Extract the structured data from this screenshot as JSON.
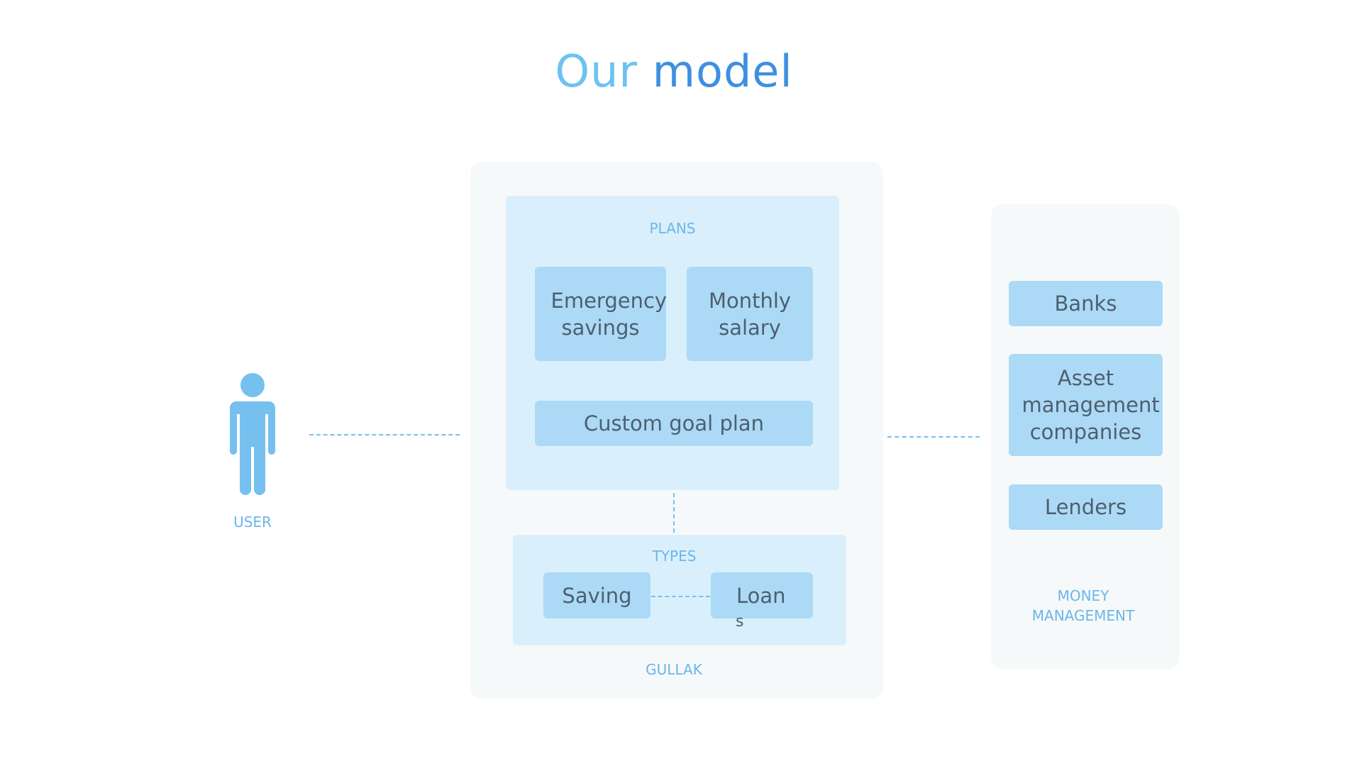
{
  "title": {
    "word1": "Our",
    "word2": "model"
  },
  "user": {
    "label": "USER",
    "icon": "person-icon",
    "color": "#75c0ef"
  },
  "gullak": {
    "label": "GULLAK",
    "plans": {
      "label": "PLANS",
      "items": [
        "Emergency savings",
        "Monthly salary",
        "Custom goal plan"
      ]
    },
    "types": {
      "label": "TYPES",
      "items": [
        "Saving",
        "Loan"
      ],
      "stray_text": "s"
    }
  },
  "money_management": {
    "label": "MONEY MANAGEMENT",
    "items": [
      "Banks",
      "Asset management companies",
      "Lenders"
    ]
  },
  "colors": {
    "title_light": "#6ec2f2",
    "title_dark": "#3f8fe0",
    "box_fill": "#acdaf6",
    "subpanel_fill": "#daeffc",
    "panel_fill": "#f6f9fa",
    "label_text": "#6bb7e9",
    "box_text": "#4d5f70"
  }
}
